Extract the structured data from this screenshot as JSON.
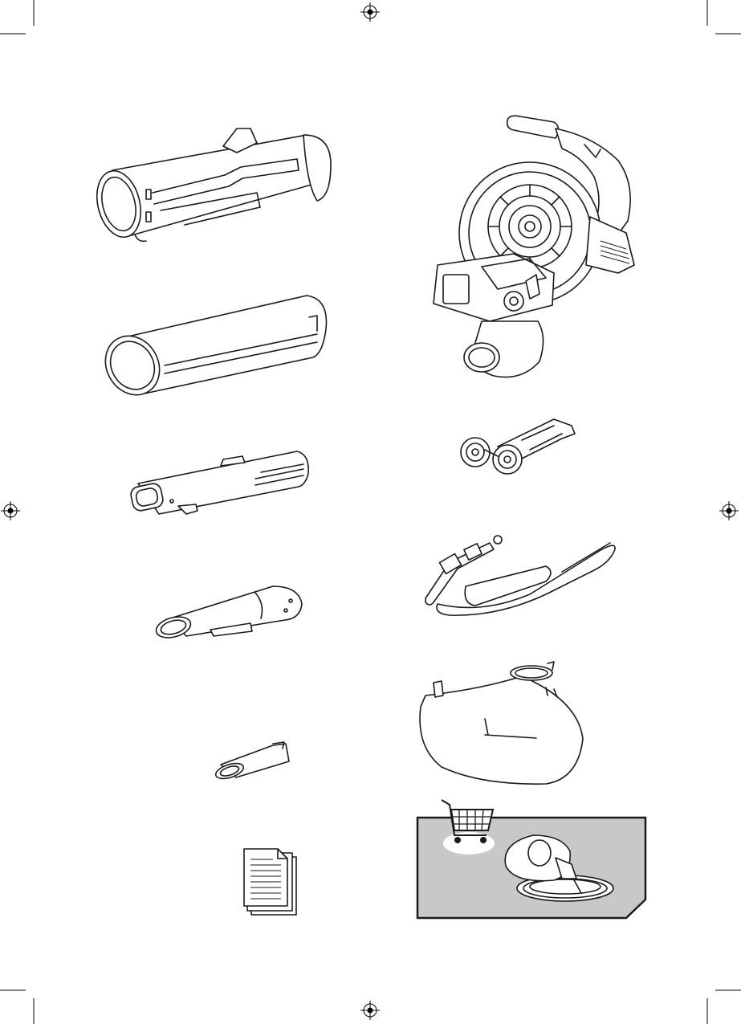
{
  "page": {
    "background": "#ffffff",
    "line_color": "#1a1a1a",
    "accessory_box_fill": "#c8c8c8"
  },
  "items": [
    {
      "id": "blower-tube",
      "icon": "blower-tube-icon"
    },
    {
      "id": "vacuum-tube",
      "icon": "vacuum-tube-icon"
    },
    {
      "id": "nozzle-long",
      "icon": "long-nozzle-icon"
    },
    {
      "id": "nozzle-medium",
      "icon": "medium-nozzle-icon"
    },
    {
      "id": "nozzle-short",
      "icon": "short-nozzle-icon"
    },
    {
      "id": "manual",
      "icon": "manual-documents-icon"
    },
    {
      "id": "motor-unit",
      "icon": "blower-vacuum-motor-icon"
    },
    {
      "id": "wheel-attachment",
      "icon": "wheels-icon"
    },
    {
      "id": "shoulder-strap",
      "icon": "shoulder-strap-icon"
    },
    {
      "id": "collection-bag",
      "icon": "collection-bag-icon"
    },
    {
      "id": "optional-accessory",
      "icon": "shopping-cart-icon",
      "contents": "charger-cable-icon"
    }
  ]
}
